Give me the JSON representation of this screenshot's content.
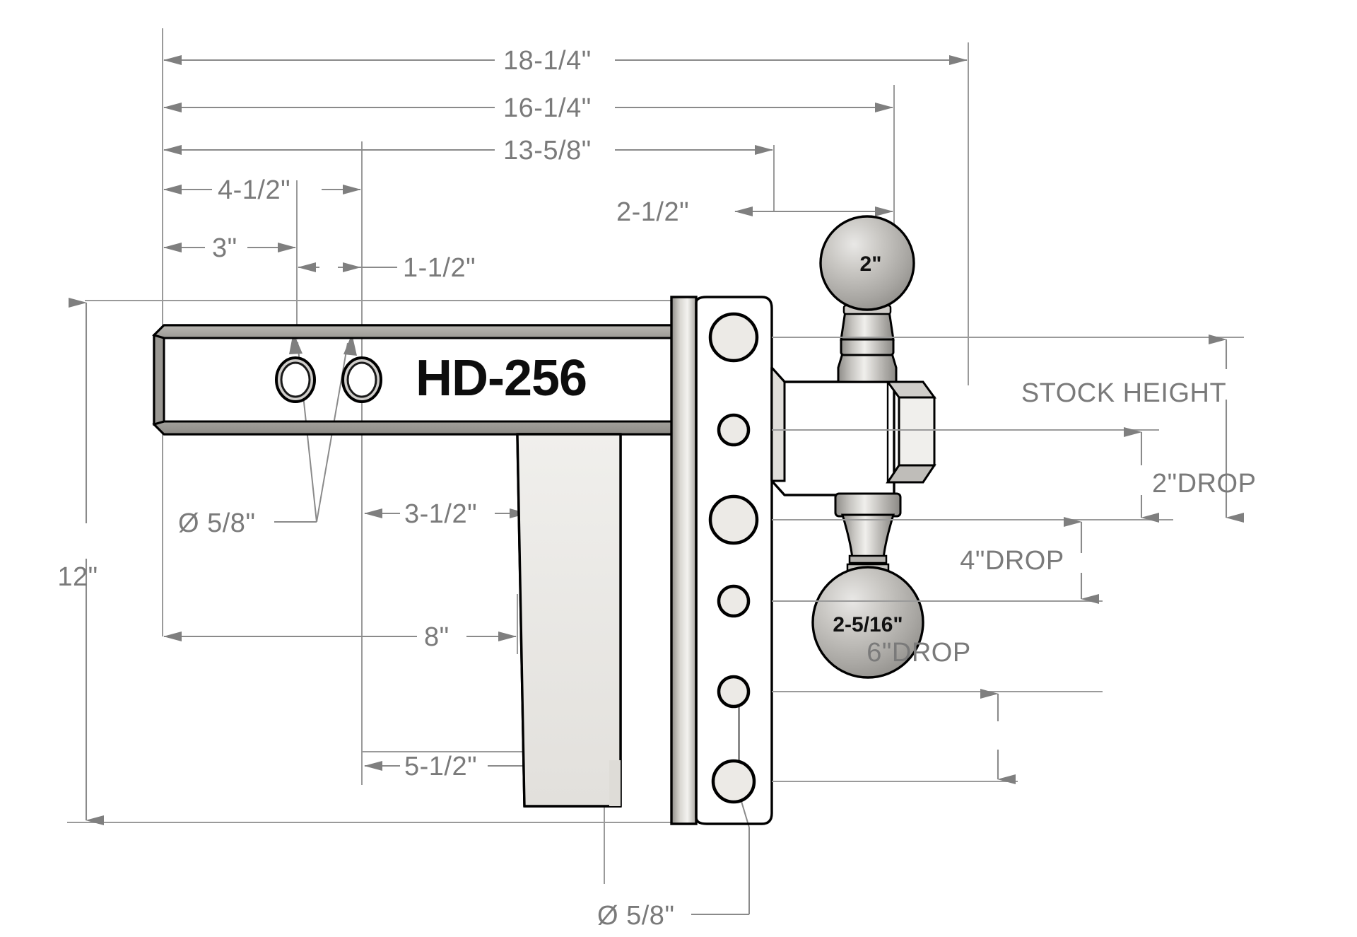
{
  "drawing": {
    "part_number": "HD-256",
    "balls": [
      {
        "id": "upper-ball",
        "label": "2\""
      },
      {
        "id": "lower-ball",
        "label": "2-5/16\""
      }
    ],
    "horizontal_dimensions": [
      {
        "id": "dim-18-1-4",
        "label": "18-1/4\""
      },
      {
        "id": "dim-16-1-4",
        "label": "16-1/4\""
      },
      {
        "id": "dim-13-5-8",
        "label": "13-5/8\""
      },
      {
        "id": "dim-4-1-2",
        "label": "4-1/2\""
      },
      {
        "id": "dim-3",
        "label": "3\""
      },
      {
        "id": "dim-1-1-2",
        "label": "1-1/2\""
      },
      {
        "id": "dim-2-1-2",
        "label": "2-1/2\""
      },
      {
        "id": "dim-3-1-2",
        "label": "3-1/2\""
      },
      {
        "id": "dim-8",
        "label": "8\""
      },
      {
        "id": "dim-5-1-2",
        "label": "5-1/2\""
      }
    ],
    "vertical_dimensions": [
      {
        "id": "dim-12",
        "label": "12\""
      }
    ],
    "diameter_callouts": [
      {
        "id": "dia-shank-holes",
        "label": "Ø 5/8\""
      },
      {
        "id": "dia-plate-holes",
        "label": "Ø 5/8\""
      }
    ],
    "drop_labels": [
      {
        "id": "label-stock-height",
        "label": "STOCK HEIGHT"
      },
      {
        "id": "label-2-drop",
        "label": "2\"DROP"
      },
      {
        "id": "label-4-drop",
        "label": "4\"DROP"
      },
      {
        "id": "label-6-drop",
        "label": "6\"DROP"
      }
    ],
    "colors": {
      "dimension_gray": "#7a7a7a",
      "line_gray": "#8a8a8a",
      "metal_light": "#eceae6",
      "metal_mid": "#d6d4d0",
      "metal_dark": "#8f8f8f",
      "outline_black": "#000000",
      "background": "#ffffff"
    }
  }
}
